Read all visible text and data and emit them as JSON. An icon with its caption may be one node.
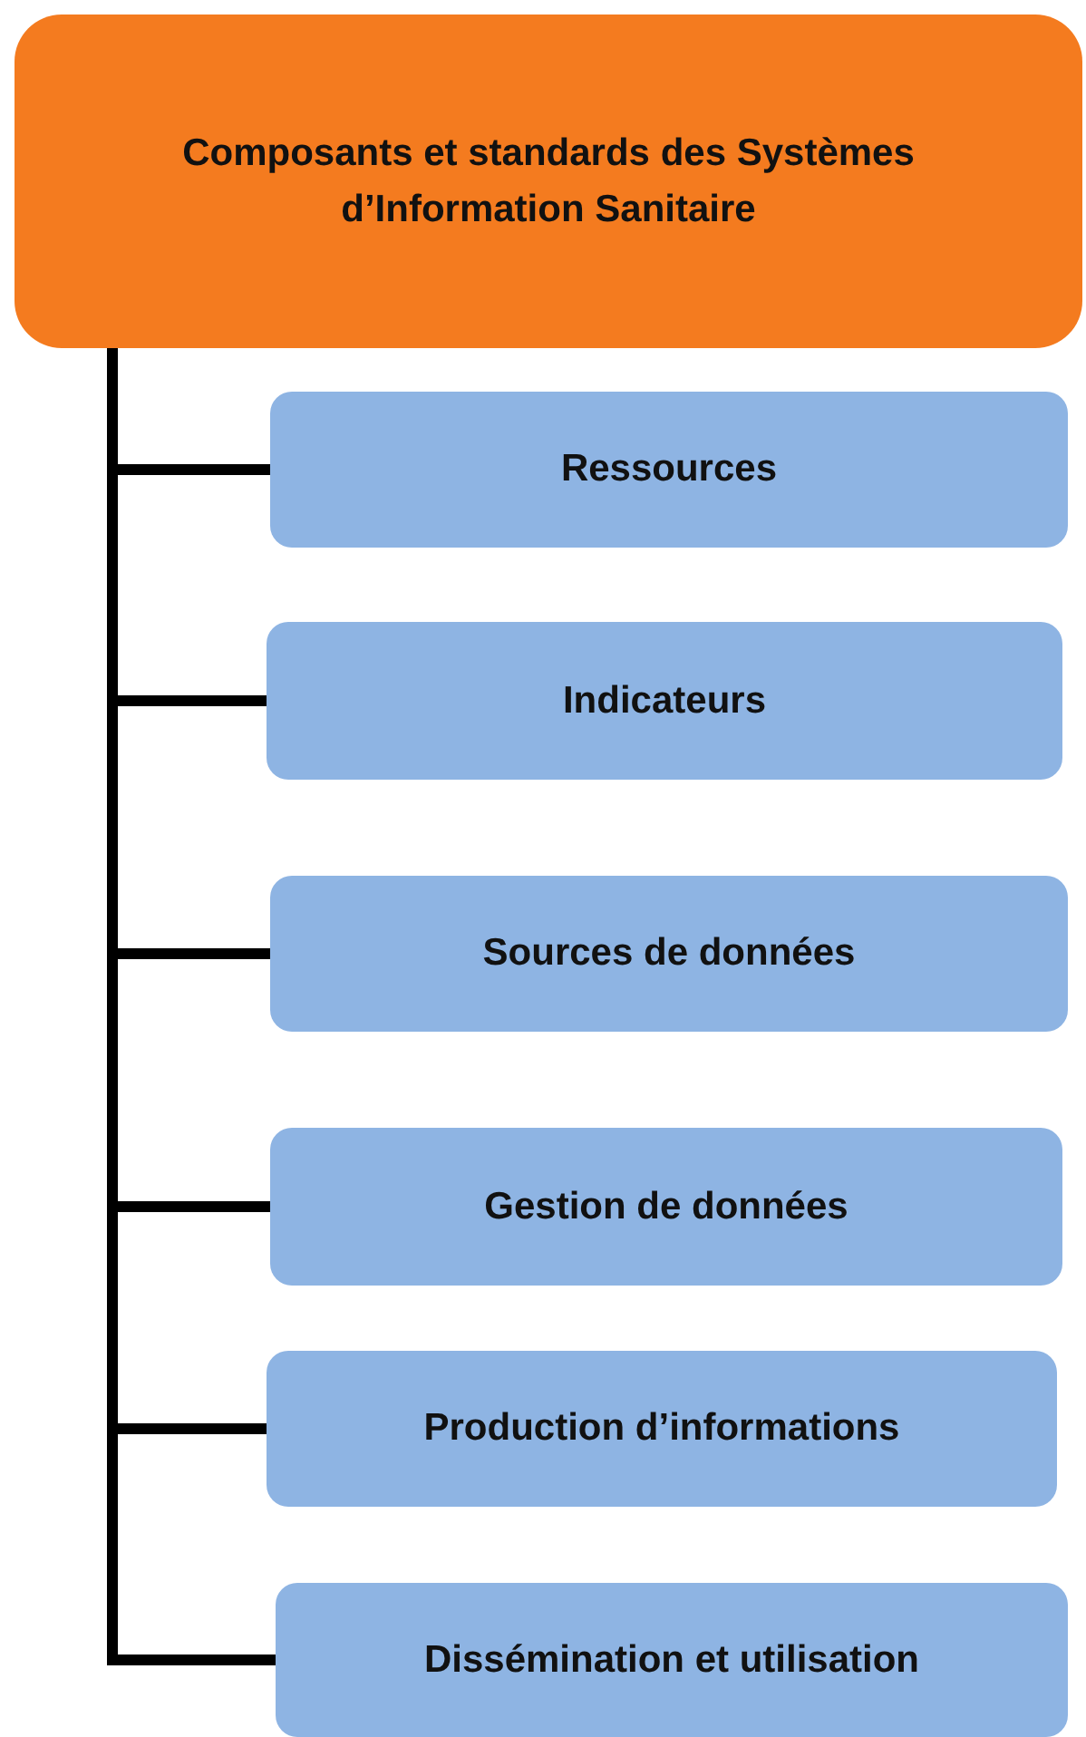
{
  "diagram": {
    "nodes": [
      {
        "text": [
          "Composants et standards des Systèmes d’Information Sanitaire"
        ]
      },
      {
        "text": [
          "Ressources"
        ]
      },
      {
        "text": [
          "Indicateurs"
        ]
      },
      {
        "text": [
          "Sources de données"
        ]
      },
      {
        "text": [
          "Gestion de données"
        ]
      },
      {
        "text": [
          "Production d’informations"
        ]
      },
      {
        "text": [
          "Dissémination et utilisation"
        ]
      }
    ],
    "edges": [
      {
        "from": 0,
        "to": 1,
        "arrow": "none"
      },
      {
        "from": 0,
        "to": 2,
        "arrow": "none"
      },
      {
        "from": 0,
        "to": 3,
        "arrow": "none"
      },
      {
        "from": 0,
        "to": 4,
        "arrow": "none"
      },
      {
        "from": 0,
        "to": 5,
        "arrow": "none"
      },
      {
        "from": 0,
        "to": 6,
        "arrow": "none"
      }
    ]
  }
}
